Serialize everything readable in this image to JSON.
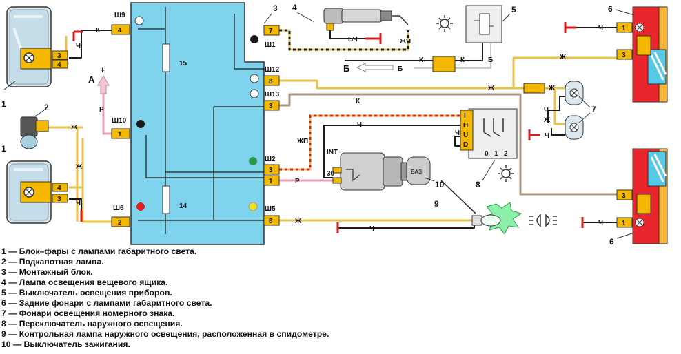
{
  "components": {
    "c1_top": "1",
    "c1_bottom": "1",
    "c2": "2",
    "c3": "3",
    "c4": "4",
    "c5": "5",
    "c6_top": "6",
    "c6_bottom": "6",
    "c7": "7",
    "c8": "8",
    "c9": "9",
    "c10": "10"
  },
  "block": {
    "sh9": "Ш9",
    "sh10": "Ш10",
    "sh6": "Ш6",
    "sh1": "Ш1",
    "sh12": "Ш12",
    "sh13": "Ш13",
    "sh2": "Ш2",
    "sh5": "Ш5",
    "fuse15": "15",
    "fuse14": "14"
  },
  "pins": {
    "sh9_4": "4",
    "sh10_1": "1",
    "sh6_2": "2",
    "sh1_7": "7",
    "sh12_8": "8",
    "sh13_3": "3",
    "sh2_3": "3",
    "sh2_1": "1",
    "sh5_8": "8",
    "hl_top_3": "3",
    "hl_top_4": "4",
    "hl_bot_4": "4",
    "hl_bot_3": "3",
    "rl_top_1": "1",
    "rl_top_3": "3",
    "rl_bot_3": "3",
    "rl_bot_1": "1"
  },
  "wires": {
    "k_sh9": "К",
    "zh_hl": "Ж",
    "r_a": "Р",
    "ch_hl_top": "Ч",
    "ch_hl_bot": "Ч",
    "bch": "БЧ",
    "zhch": "ЖЧ",
    "k_sw5a": "К",
    "k_sw5b": "К",
    "b_sw5": "Б",
    "b_arrow": "Б",
    "zh_rear": "Ж",
    "zh_sh12": "Ж",
    "zh_7": "Ж",
    "k_sh13": "К",
    "ch_7a": "Ч",
    "ch_7b": "Ч",
    "zh_7b": "Ж",
    "ch_sw8": "Ч",
    "zhp": "ЖП",
    "r_ign": "Р",
    "zh_sh5": "Ж",
    "ch_lamp9": "Ч",
    "ch_rl_top": "Ч",
    "ch_rl_bot": "Ч"
  },
  "arrow_a": "А",
  "plus_a": "+",
  "arrow_b": "Б",
  "ignition": {
    "int": "INT",
    "t30": "30",
    "key": "ВАЗ"
  },
  "switch8": {
    "i": "I",
    "h": "H",
    "u": "U",
    "d": "D",
    "ch": "Ч",
    "p0": "0",
    "p1": "1",
    "p2": "2"
  },
  "legend": [
    "1 — Блок–фары с лампами габаритного света.",
    "2 — Подкапотная лампа.",
    "3 — Монтажный блок.",
    "4 — Лампа освещения вещевого ящика.",
    "5 — Выключатель освещения приборов.",
    "6 — Задние фонари с лампами габаритного света.",
    "7 — Фонари освещения номерного знака.",
    "8 — Переключатель наружного освещения.",
    "9 — Контрольная лампа наружного освещения, расположенная в спидометре.",
    "10 — Выключатель зажигания."
  ],
  "colors": {
    "block": "#7fd3ec",
    "connector": "#f5b800",
    "wire_yellow": "#e8c24a",
    "wire_pink": "#e8a0b0",
    "wire_brown": "#a89683",
    "wire_black": "#1a1a1a",
    "ground_red": "#d21e1e",
    "tail_red": "#e8262c",
    "tail_blue": "#58c8e8",
    "tail_amber": "#f7b63a",
    "lamp_green": "#8cf0a8"
  }
}
